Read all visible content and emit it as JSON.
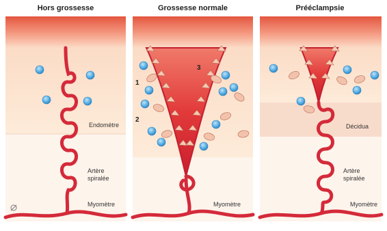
{
  "panels": [
    {
      "title": "Hors grossesse",
      "labels": {
        "endometrium": "Endomètre",
        "artery": [
          "Artère",
          "spiralée"
        ],
        "myometrium": "Myomètre"
      }
    },
    {
      "title": "Grossesse normale",
      "labels": {
        "myometrium": "Myomètre"
      },
      "numbers": [
        "1",
        "2",
        "3"
      ]
    },
    {
      "title": "Prééclampsie",
      "labels": {
        "decidua": "Décidua",
        "artery": [
          "Artère",
          "spiralée"
        ],
        "myometrium": "Myomètre"
      }
    }
  ],
  "colors": {
    "artery": "#d42a3a",
    "decidua_top": "#e8604d",
    "endometrium_fill": "#fbe4cf",
    "myometrium_fill": "#fdf3ea",
    "blue_cell": "#4aa3dd",
    "trophoblast": "#f4c9b3"
  }
}
